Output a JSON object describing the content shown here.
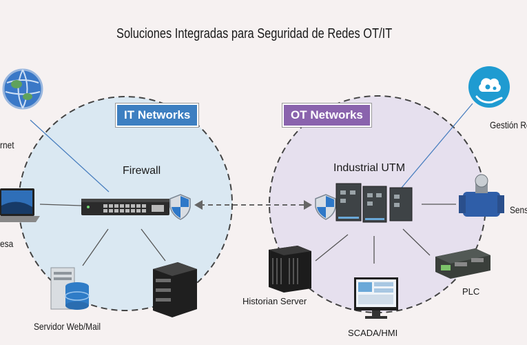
{
  "title": "Soluciones Integradas para Seguridad de Redes OT/IT",
  "it_badge": "IT Networks",
  "ot_badge": "OT Networks",
  "firewall": "Firewall",
  "industrial_utm": "Industrial UTM",
  "internet": "rnet",
  "empresa": "esa",
  "servidor": "Servidor Web/Mail",
  "historian": "Historian Server",
  "scada": "SCADA/HMI",
  "plc": "PLC",
  "sensor": "Senso",
  "gestion": "Gestión Re",
  "colors": {
    "it_accent": "#3d7fc1",
    "ot_accent": "#8a63ad",
    "it_fill": "#dae8f2",
    "ot_fill": "#e6e0ee"
  }
}
